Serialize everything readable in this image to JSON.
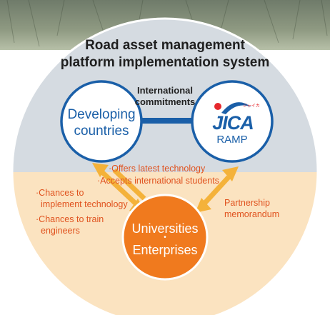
{
  "diagram": {
    "title_line1": "Road asset management",
    "title_line2": "platform implementation system",
    "node_developing": {
      "line1": "Developing",
      "line2": "countries"
    },
    "node_jica": {
      "logo_text": "JICA",
      "logo_small": "ジャイカ",
      "label": "RAMP"
    },
    "node_universities": {
      "line1": "Universities",
      "bullet": "•",
      "line2": "Enterprises"
    },
    "edge_international": {
      "line1": "International",
      "line2": "commitments"
    },
    "edge_offers": "·Offers latest technology",
    "edge_accepts": "·Accepts international students",
    "edge_chances_implement": {
      "line1": "·Chances to",
      "line2": "implement technology"
    },
    "edge_chances_train": {
      "line1": "·Chances to train",
      "line2": "engineers"
    },
    "edge_partnership": {
      "line1": "Partnership",
      "line2": "memorandum"
    }
  },
  "colors": {
    "upper_disc": "#d5dbe1",
    "lower_disc": "#fbe3c0",
    "blue": "#1a5fa8",
    "orange_node": "#f07a1e",
    "orange_arrow": "#f4b23a",
    "orange_text": "#e0531f",
    "red_logo": "#e6282d"
  },
  "icons": [
    "double-arrow-icon",
    "jica-logo-icon"
  ]
}
